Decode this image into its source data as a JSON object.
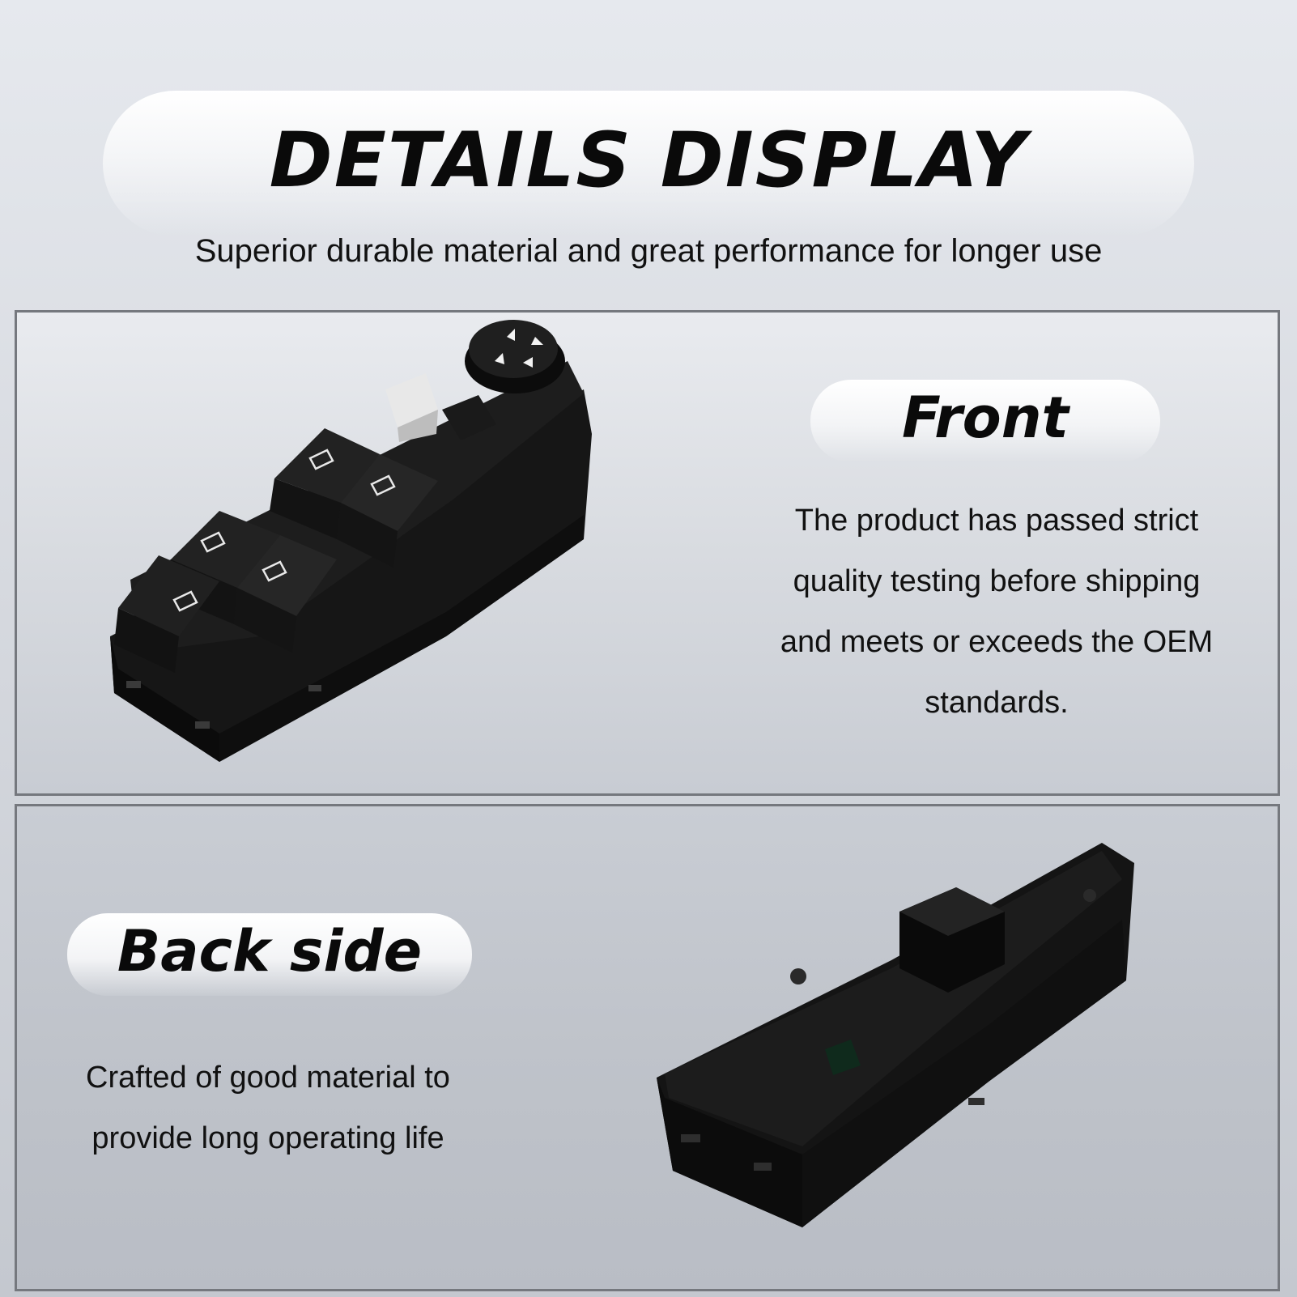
{
  "header": {
    "title": "DETAILS DISPLAY",
    "subtitle": "Superior durable material and great performance for longer use"
  },
  "front": {
    "label": "Front",
    "description_lines": [
      "The product has passed strict",
      "quality testing before shipping",
      "and meets or exceeds the OEM",
      "standards."
    ]
  },
  "back": {
    "label": "Back side",
    "description_lines": [
      "Crafted of good material to",
      "provide long operating life"
    ]
  },
  "colors": {
    "product": "#121212",
    "panel_border": "#75787e",
    "text": "#111111"
  }
}
